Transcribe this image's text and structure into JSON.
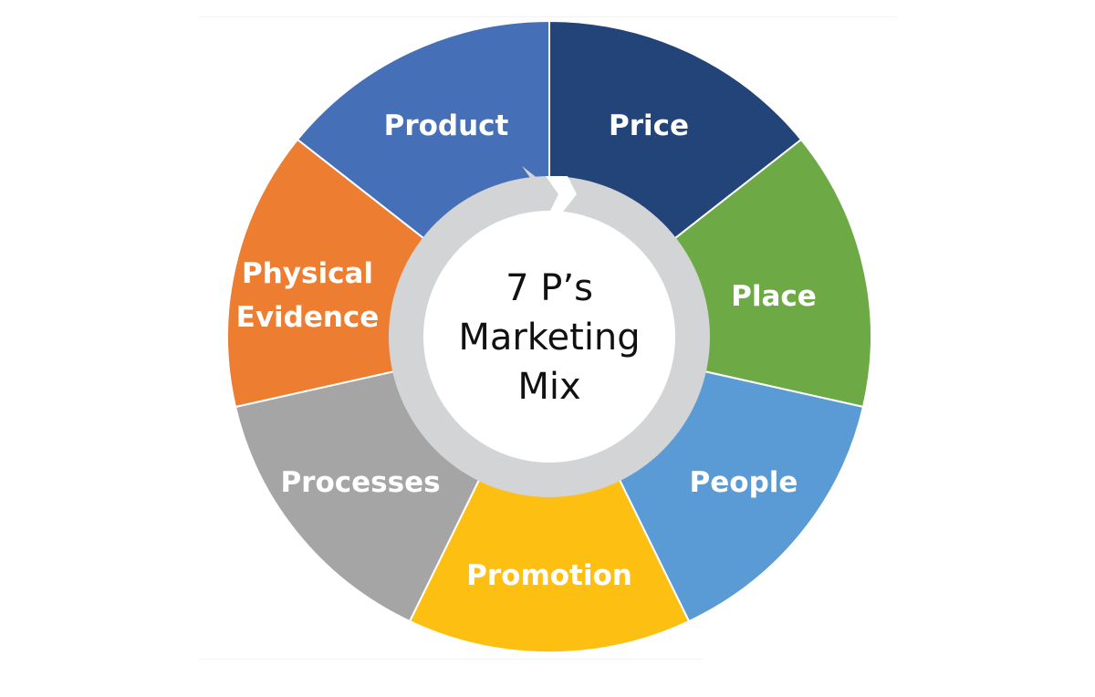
{
  "diagram": {
    "type": "segmented-wheel",
    "center_title": {
      "line1": "7 P’s",
      "line2": "Marketing",
      "line3": "Mix"
    },
    "segments": [
      {
        "label": "Product",
        "color": "#4570B8"
      },
      {
        "label": "Price",
        "color": "#234478"
      },
      {
        "label": "Place",
        "color": "#6DAA45"
      },
      {
        "label": "People",
        "color": "#5B9BD5"
      },
      {
        "label": "Promotion",
        "color": "#FDBF12"
      },
      {
        "label": "Processes",
        "color": "#A5A5A5"
      },
      {
        "label": "Physical Evidence",
        "label_line1": "Physical",
        "label_line2": "Evidence",
        "color": "#ED7D31"
      }
    ],
    "ring_color": "#D3D4D6",
    "center_fill": "#FFFFFF",
    "text_color_segments": "#FFFFFF",
    "text_color_center": "#111111"
  }
}
